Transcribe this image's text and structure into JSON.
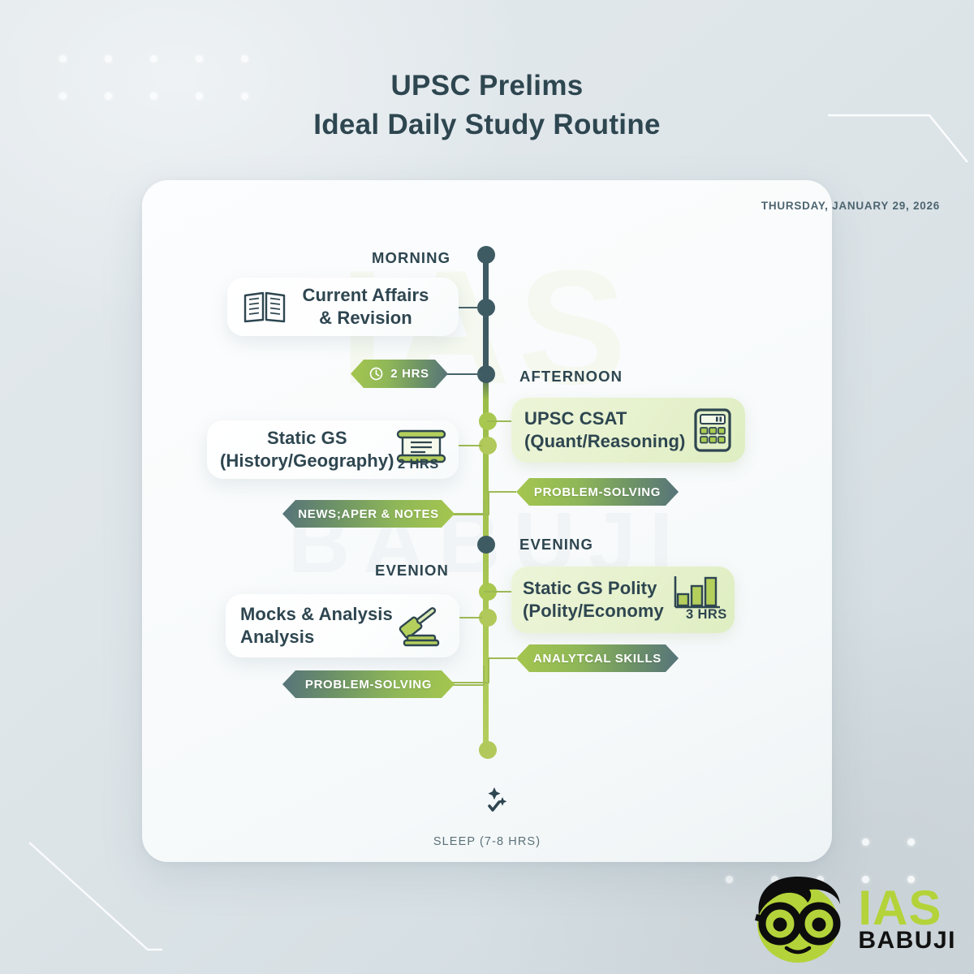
{
  "header": {
    "title_line1": "UPSC Prelims",
    "title_line2": "Ideal Daily Study Routine"
  },
  "card": {
    "date_label": "THURSDAY, JANUARY 29, 2026"
  },
  "sections": {
    "morning_label": "MORNING",
    "afternoon_label": "AFTERNOON",
    "evening_label": "EVENING",
    "evening_left_label": "EVENION"
  },
  "tasks": {
    "morning": {
      "title": "Current Affairs",
      "subtitle": "& Revision",
      "icon": "open-book-icon"
    },
    "static_gs": {
      "title": "Static GS",
      "subtitle": "(History/Geography)",
      "hours": "2 HRS",
      "icon": "scroll-icon"
    },
    "csat": {
      "title": "UPSC CSAT",
      "subtitle": "(Quant/Reasoning)",
      "icon": "calculator-icon"
    },
    "polity": {
      "title": "Static GS Polity",
      "subtitle": "(Polity/Economy",
      "hours": "3 HRS",
      "icon": "bar-chart-icon"
    },
    "mocks": {
      "title": "Mocks & Analysis",
      "subtitle": "Analysis",
      "icon": "gavel-icon"
    }
  },
  "badges": {
    "two_hrs": "2 HRS",
    "newspaper_notes": "NEWS;APER & NOTES",
    "problem_solving_right": "PROBLEM-SOLVING",
    "analytical_skills": "ANALYTCAL SKILLS",
    "problem_solving_left": "PROBLEM-SOLVING",
    "clock_icon": "clock-icon"
  },
  "footer": {
    "sleep_label": "SLEEP (7-8 HRS)",
    "sleep_icon": "moon-stars-icon"
  },
  "brand": {
    "name_top": "IAS",
    "name_bottom": "BABUJI",
    "logo_icon": "babuji-mascot-icon",
    "accent_green": "#b4d33a",
    "dark": "#111111"
  },
  "watermark": {
    "text_top": "IAS",
    "text_bottom": "BABUJI"
  },
  "theme": {
    "slate": "#2e4650",
    "timeline_dark": "#3e5b63",
    "timeline_green": "#a8c74f",
    "badge_green": "#a5c64e",
    "card_green_bg": "#e6f1cd"
  }
}
